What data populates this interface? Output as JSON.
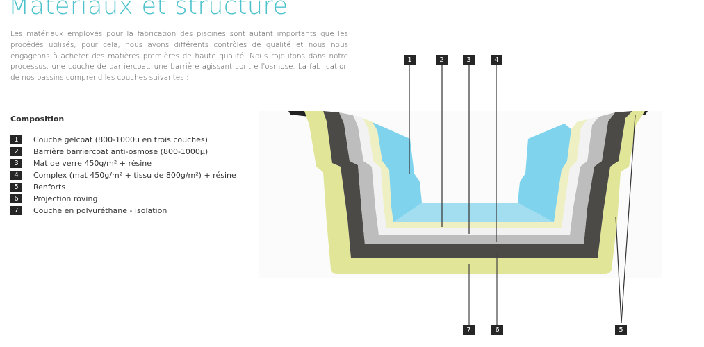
{
  "title": "Matériaux et structure",
  "intro": "Les matériaux employés pour la fabrication des piscines sont autant importants que les procédés utilisés, pour cela, nous avons différents contrôles de qualité et nous nous engageons à acheter des matières premières de haute qualité. Nous rajoutons dans notre processus, une couche de barriercoat, une barrière agissant contre l'osmose. La fabrication de nos bassins comprend les couches suivantes :",
  "composition": {
    "title": "Composition",
    "items": [
      {
        "num": "1",
        "label": "Couche gelcoat (800-1000u en trois couches)"
      },
      {
        "num": "2",
        "label": "Barrière barriercoat anti-osmose (800-1000µ)"
      },
      {
        "num": "3",
        "label": "Mat de verre 450g/m² + résine"
      },
      {
        "num": "4",
        "label": "Complex (mat 450g/m² + tissu de 800g/m²) + résine"
      },
      {
        "num": "5",
        "label": "Renforts"
      },
      {
        "num": "6",
        "label": "Projection roving"
      },
      {
        "num": "7",
        "label": "Couche en polyuréthane - isolation"
      }
    ]
  },
  "callouts": {
    "top": [
      "1",
      "2",
      "3",
      "4"
    ],
    "bottom": [
      "7",
      "6",
      "5"
    ]
  },
  "colors": {
    "accent": "#4ec3cc",
    "gelcoat": "#7fd3ec",
    "barriercoat": "#eef0c4",
    "mat": "#f2f2f2",
    "complex": "#bdbdbd",
    "roving": "#4b4a47",
    "polyurethane": "#e1e597"
  }
}
